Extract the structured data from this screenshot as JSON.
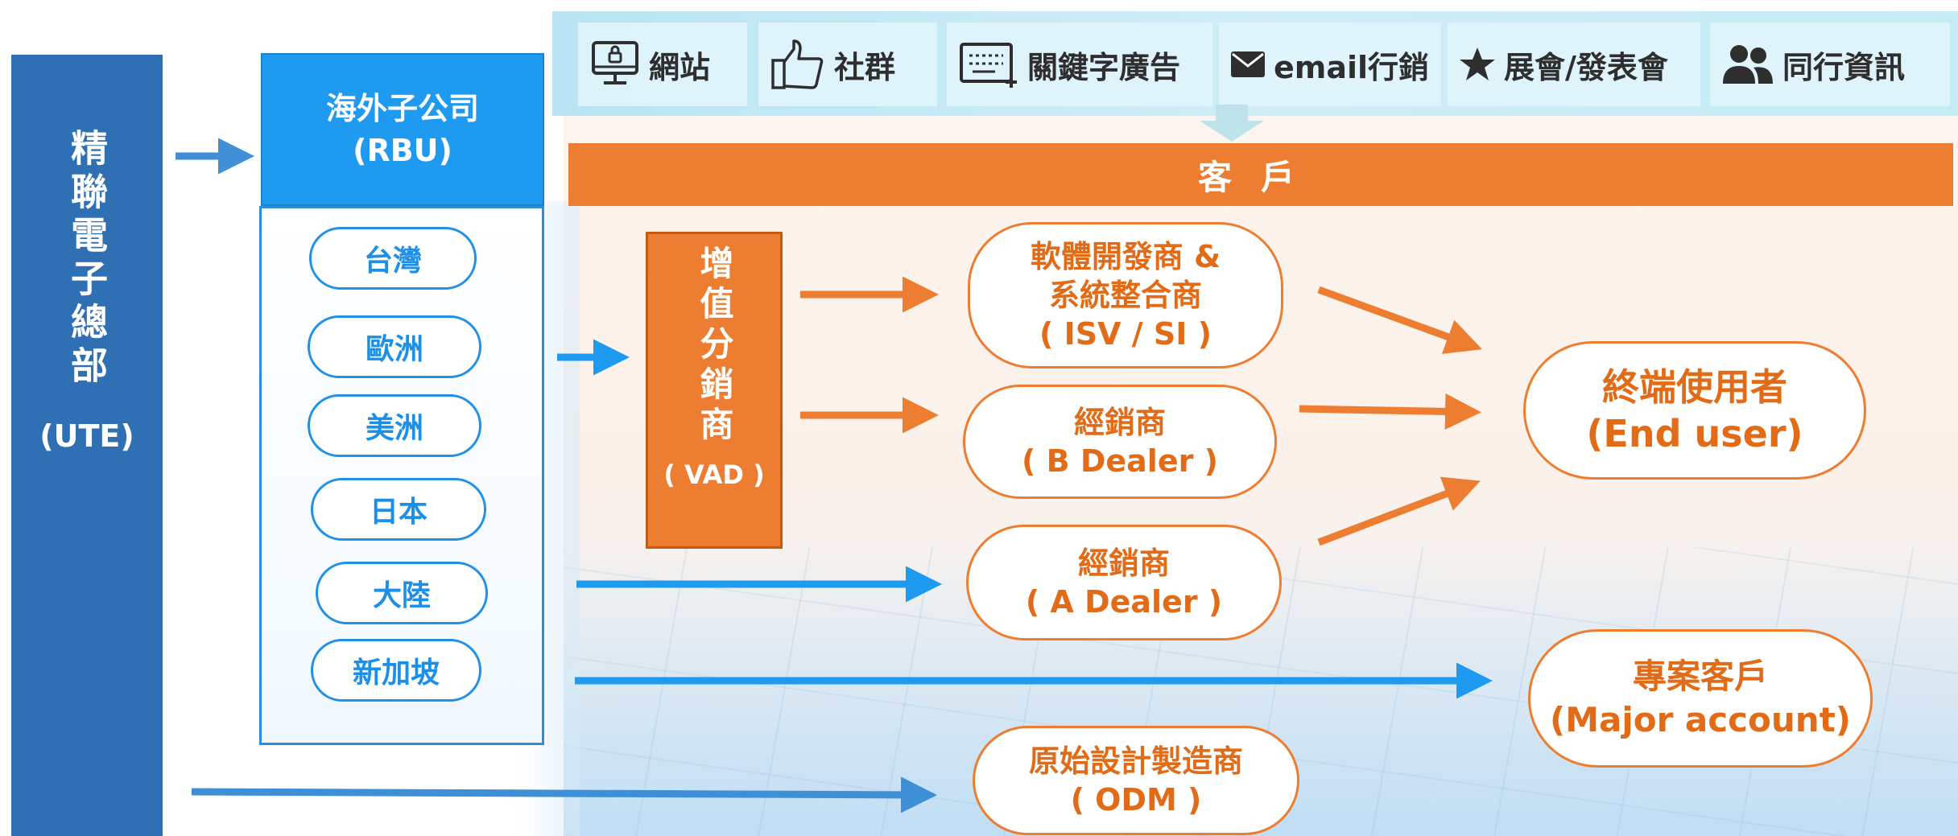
{
  "headquarters": {
    "name": "精聯電子總部",
    "code": "(UTE)"
  },
  "subsidiary": {
    "name": "海外子公司",
    "code": "(RBU)"
  },
  "regions": [
    "台灣",
    "歐洲",
    "美洲",
    "日本",
    "大陸",
    "新加坡"
  ],
  "channels": [
    {
      "label": "網站",
      "icon": "monitor-lock-icon"
    },
    {
      "label": "社群",
      "icon": "thumbs-up-icon"
    },
    {
      "label": "關鍵字廣告",
      "icon": "keyboard-ad-icon"
    },
    {
      "label": "email行銷",
      "icon": "envelope-icon"
    },
    {
      "label": "展會/發表會",
      "icon": "star-icon"
    },
    {
      "label": "同行資訊",
      "icon": "users-icon"
    }
  ],
  "customer_label": "客戶",
  "vad": {
    "name": "增值分銷商",
    "code": "( VAD )"
  },
  "isv": {
    "line1": "軟體開發商 &",
    "line2": "系統整合商",
    "line3": "( ISV / SI )"
  },
  "b_dealer": {
    "line1": "經銷商",
    "line2": "( B Dealer )"
  },
  "a_dealer": {
    "line1": "經銷商",
    "line2": "( A Dealer )"
  },
  "odm": {
    "line1": "原始設計製造商",
    "line2": "( ODM )"
  },
  "end_user": {
    "line1": "終端使用者",
    "line2": "(End user)"
  },
  "major_account": {
    "line1": "專案客戶",
    "line2": "(Major account)"
  },
  "colors": {
    "hq": "#2f6fb3",
    "blue": "#1e9af0",
    "orange": "#ed7d31",
    "orange_text": "#e26b17"
  }
}
